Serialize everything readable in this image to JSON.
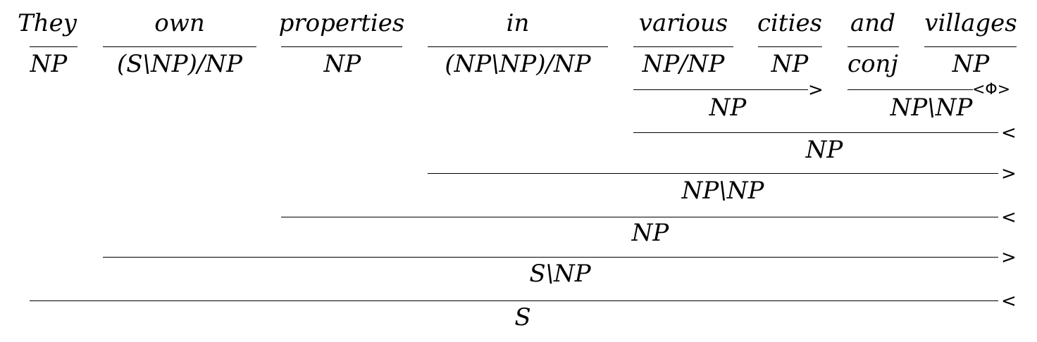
{
  "words": [
    "They",
    "own",
    "properties",
    "in",
    "various",
    "cities",
    "and",
    "villages"
  ],
  "lexical_categories": [
    "NP",
    "(S\\NP)/NP",
    "NP",
    "(NP\\NP)/NP",
    "NP/NP",
    "NP",
    "conj",
    "NP"
  ],
  "combinations": [
    {
      "result": "NP",
      "rule": ">"
    },
    {
      "result": "NP\\NP",
      "rule": "<Φ>"
    },
    {
      "result": "NP",
      "rule": "<"
    },
    {
      "result": "NP\\NP",
      "rule": ">"
    },
    {
      "result": "NP",
      "rule": "<"
    },
    {
      "result": "S\\NP",
      "rule": ">"
    },
    {
      "result": "S",
      "rule": "<"
    }
  ]
}
